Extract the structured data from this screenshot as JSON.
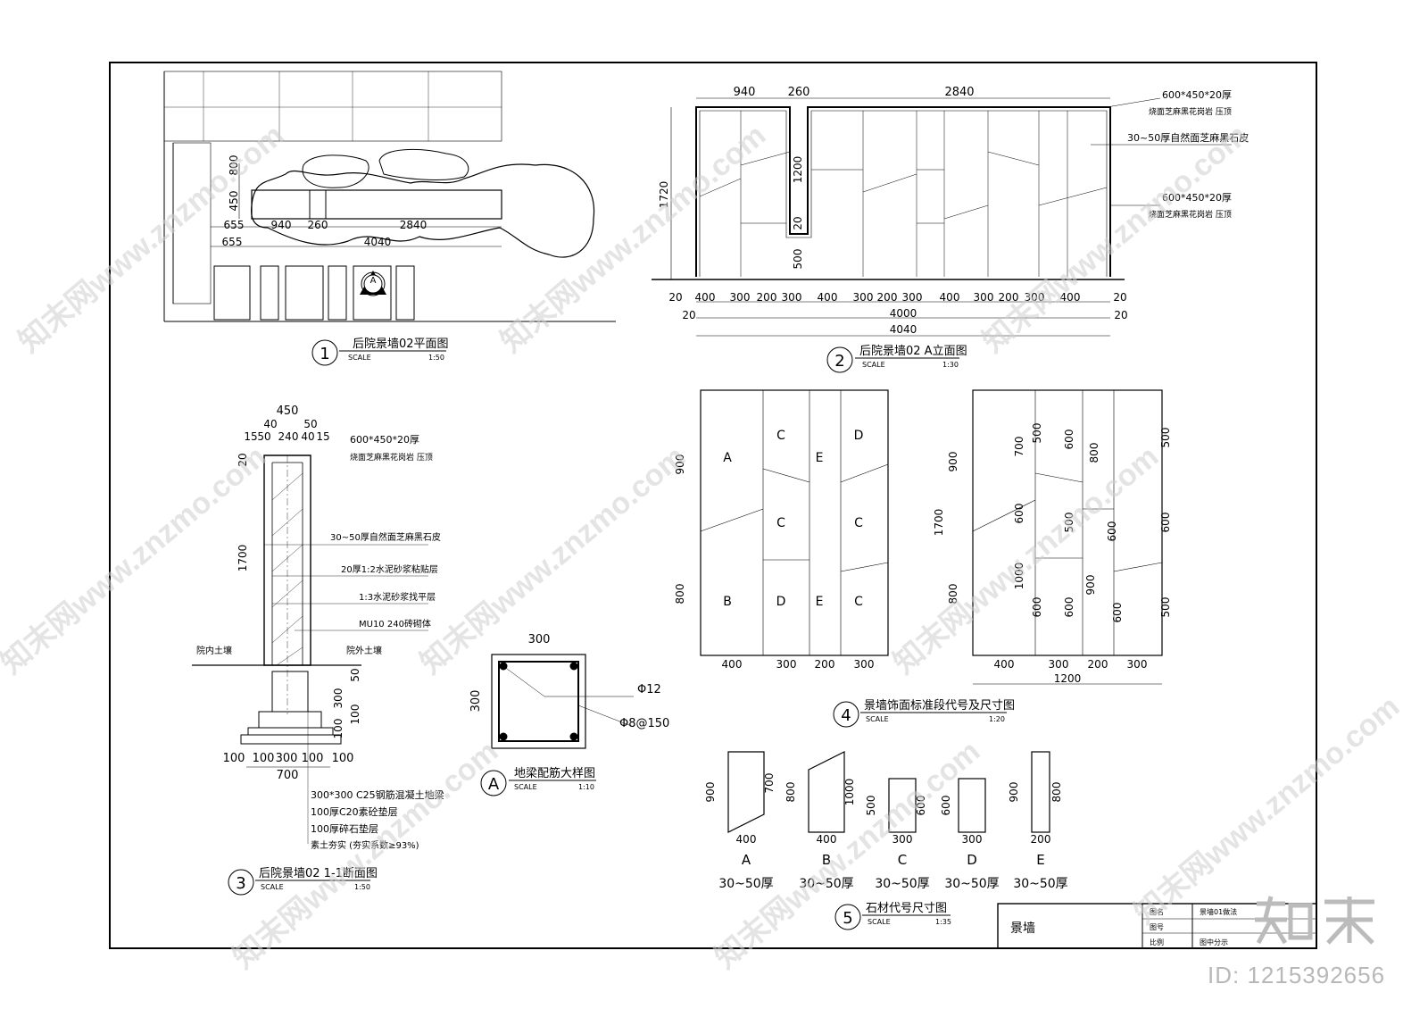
{
  "views": {
    "v1": {
      "num": "1",
      "title": "后院景墙02平面图",
      "scale_label": "SCALE",
      "scale": "1:50",
      "dims_top": [
        "940",
        "260",
        "2840"
      ],
      "dim_left_a": "655",
      "dim_left_b": "655",
      "dim_total": "4040",
      "dim_v1": "800",
      "dim_v2": "450",
      "section_mark": "A"
    },
    "v2": {
      "num": "2",
      "title": "后院景墙02 A立面图",
      "scale_label": "SCALE",
      "scale": "1:30",
      "dims_top": [
        "940",
        "260",
        "2840"
      ],
      "dim_h": "1720",
      "dim_notch": "1200",
      "dim_notch_b": "20",
      "dim_base": "500",
      "bottom_segments": [
        "20",
        "400",
        "300",
        "200",
        "300",
        "400",
        "300",
        "200",
        "300",
        "400",
        "300",
        "200",
        "300",
        "400",
        "20"
      ],
      "dim_4000": "4000",
      "dim_20a": "20",
      "dim_20b": "20",
      "dim_4040": "4040",
      "notes": [
        "600*450*20厚",
        "烧面芝麻黑花岗岩  压顶",
        "30~50厚自然面芝麻黑石皮",
        "600*450*20厚",
        "烧面芝麻黑花岗岩  压顶"
      ]
    },
    "v3": {
      "num": "3",
      "title": "后院景墙02 1-1断面图",
      "scale_label": "SCALE",
      "scale": "1:50",
      "dim_450": "450",
      "dims_a": [
        "40",
        "50"
      ],
      "dims_b": [
        "15",
        "50",
        "240",
        "40",
        "15"
      ],
      "dim_20": "20",
      "dim_1700": "1700",
      "dim_50": "50",
      "dim_300": "300",
      "dim_100a": "100",
      "dim_100b": "100",
      "bottom": [
        "100",
        "100",
        "300",
        "100",
        "100"
      ],
      "dim_700": "700",
      "inner_label": "院内土壤",
      "outer_label": "院外土壤",
      "notes": [
        "600*450*20厚",
        "烧面芝麻黑花岗岩  压顶",
        "30~50厚自然面芝麻黑石皮",
        "20厚1:2水泥砂浆粘贴层",
        "1:3水泥砂浆找平层",
        "MU10 240砖砌体"
      ],
      "found_notes": [
        "300*300 C25钢筋混凝土地梁",
        "100厚C20素砼垫层",
        "100厚碎石垫层",
        "素土夯实 (夯实系数≥93%)"
      ]
    },
    "vA": {
      "num": "A",
      "title": "地梁配筋大样图",
      "scale_label": "SCALE",
      "scale": "1:10",
      "dim_w": "300",
      "dim_h": "300",
      "rebar_main": "Φ12",
      "rebar_stir": "Φ8@150"
    },
    "v4": {
      "num": "4",
      "title": "景墙饰面标准段代号及尺寸图",
      "scale_label": "SCALE",
      "scale": "1:20",
      "left_dims_v": [
        "900",
        "800"
      ],
      "left_dims_h": [
        "400",
        "300",
        "200",
        "300"
      ],
      "codes": [
        "A",
        "C",
        "E",
        "D",
        "C",
        "C",
        "B",
        "D",
        "E",
        "C"
      ],
      "right_dims_v": [
        "900",
        "1700",
        "800"
      ],
      "right_dims_h": [
        "400",
        "300",
        "200",
        "300"
      ],
      "right_total": "1200",
      "inner_dims": [
        "500",
        "700",
        "600",
        "800",
        "600",
        "500",
        "600",
        "1000",
        "900",
        "600",
        "600",
        "500",
        "600",
        "500",
        "600"
      ]
    },
    "v5": {
      "num": "5",
      "title": "石材代号尺寸图",
      "scale_label": "SCALE",
      "scale": "1:35",
      "pieces": [
        {
          "code": "A",
          "h1": "900",
          "h2": "700",
          "w": "400",
          "thk": "30~50厚"
        },
        {
          "code": "B",
          "h1": "800",
          "h2": "1000",
          "w": "400",
          "thk": "30~50厚"
        },
        {
          "code": "C",
          "h1": "500",
          "h2": "600",
          "w": "300",
          "thk": "30~50厚"
        },
        {
          "code": "D",
          "h1": "600",
          "h2": "",
          "w": "300",
          "thk": "30~50厚"
        },
        {
          "code": "E",
          "h1": "900",
          "h2": "800",
          "w": "200",
          "thk": "30~50厚"
        }
      ]
    }
  },
  "title_block": {
    "name": "景墙",
    "k1": "图名",
    "v1": "景墙01做法",
    "k2": "图号",
    "v2": "",
    "k3": "比例",
    "v3": "图中分示"
  },
  "watermark": {
    "text": "知末网www.znzmo.com",
    "logo": "知末",
    "id": "ID: 1215392656"
  }
}
